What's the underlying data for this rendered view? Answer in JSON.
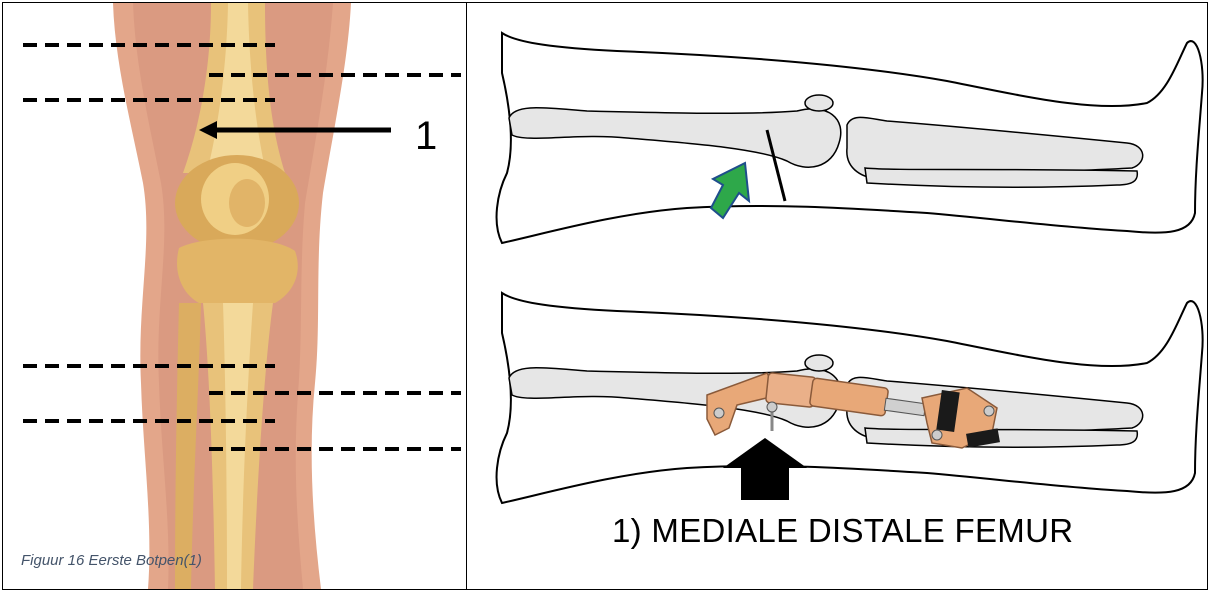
{
  "left_panel": {
    "callout_number": "1",
    "caption": "Figuur 16 Eerste Botpen(1)"
  },
  "right_panel": {
    "caption": "1) MEDIALE DISTALE FEMUR"
  },
  "colors": {
    "skin": "#d99a80",
    "bone": "#e8c27a",
    "bone_drawing": "#e6e6e6",
    "fixator": "#e8a878",
    "green_arrow": "#2ea84a",
    "caption_text": "#44546a"
  }
}
